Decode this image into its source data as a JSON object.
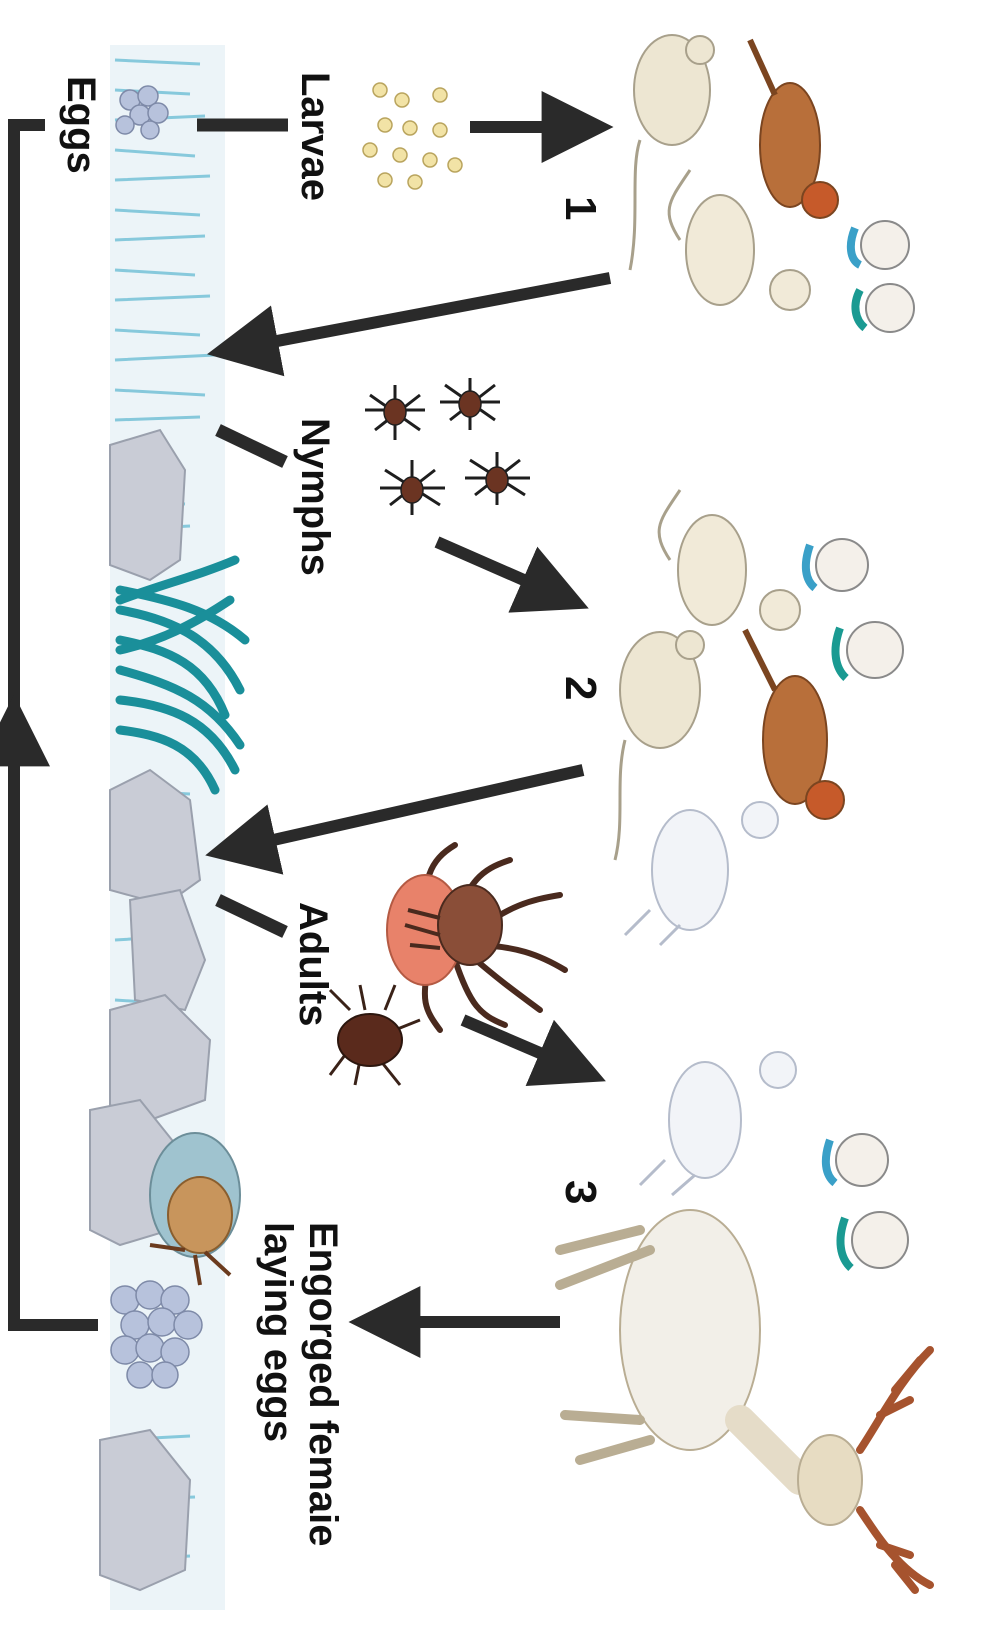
{
  "labels": {
    "eggs": "Eggs",
    "larvae": "Larvae",
    "nymphs": "Nymphs",
    "adults": "Adults",
    "engorged_line1": "Engorged femaie",
    "engorged_line2": "laying eggs"
  },
  "stages": {
    "stage1": "1",
    "stage2": "2",
    "stage3": "3"
  },
  "hosts": {
    "stage1": [
      "mouse",
      "bird",
      "chipmunk",
      "human",
      "human"
    ],
    "stage2": [
      "chipmunk",
      "human",
      "human",
      "mouse",
      "bird",
      "rabbit"
    ],
    "stage3": [
      "rabbit",
      "human",
      "human",
      "deer"
    ]
  },
  "colors": {
    "arrow": "#2a2a2a",
    "grass_light": "#7cc4d8",
    "grass_dark": "#1a8f9a",
    "leaf": "#c9ccd6",
    "tick_body": "#5a3020",
    "engorged": "#e8826a"
  }
}
